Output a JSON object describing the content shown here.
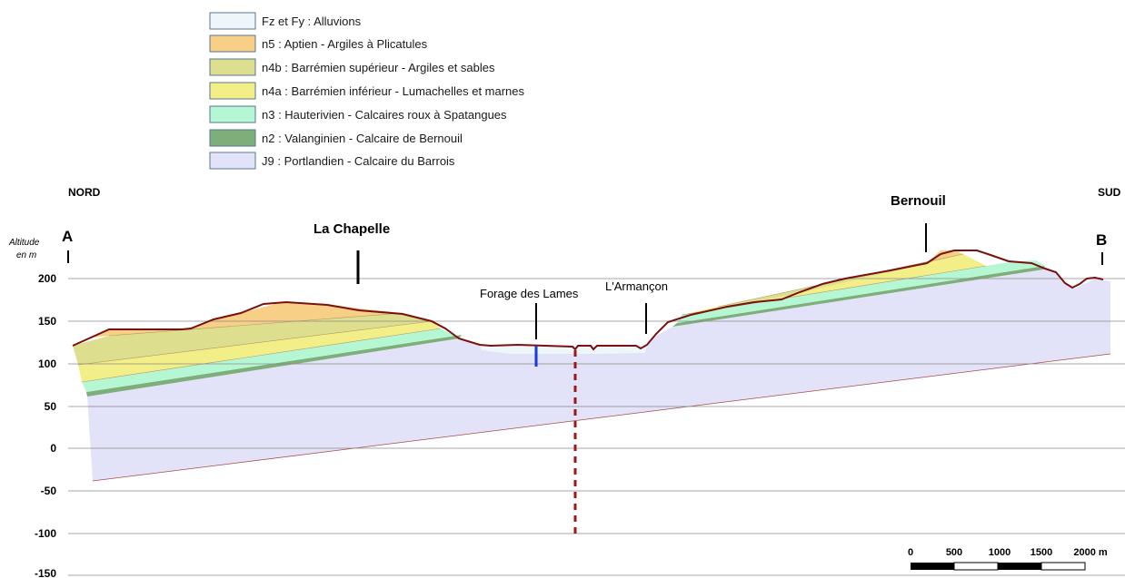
{
  "legend": [
    {
      "label": "Fz et Fy : Alluvions",
      "color": "#eef6fa"
    },
    {
      "label": "n5 : Aptien - Argiles à Plicatules",
      "color": "#f8cf87"
    },
    {
      "label": "n4b : Barrémien supérieur - Argiles et sables",
      "color": "#dddf8f"
    },
    {
      "label": "n4a : Barrémien inférieur - Lumachelles et marnes",
      "color": "#f3ef88"
    },
    {
      "label": "n3 : Hauterivien  - Calcaires roux à Spatangues",
      "color": "#b6f7d3"
    },
    {
      "label": "n2 : Valanginien - Calcaire de Bernouil",
      "color": "#7eae7a"
    },
    {
      "label": "J9 : Portlandien - Calcaire du Barrois",
      "color": "#e2e2f8"
    }
  ],
  "orientation": {
    "north": "NORD",
    "south": "SUD"
  },
  "endpoints": {
    "start": "A",
    "end": "B"
  },
  "y_axis": {
    "label_line1": "Altitude",
    "label_line2": "en m",
    "ticks": [
      "200",
      "150",
      "100",
      "50",
      "0",
      "-50",
      "-100",
      "-150"
    ]
  },
  "places": {
    "la_chapelle": "La Chapelle",
    "bernouil": "Bernouil"
  },
  "annotations": {
    "forage": "Forage des Lames",
    "armancon": "L'Armançon"
  },
  "scale_bar": {
    "labels": [
      "0",
      "500",
      "1000",
      "1500",
      "2000 m"
    ]
  },
  "colors": {
    "topography": "#7a1010",
    "gridline": "#8a8a8a",
    "borehole": "#1a3ad6",
    "fault": "#9a1a1a"
  }
}
